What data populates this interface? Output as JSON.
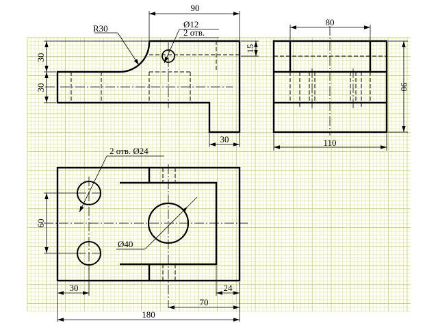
{
  "drawing": {
    "front_view": {
      "dim_width": "90",
      "dim_radius": "R30",
      "dim_hole": "Ø12",
      "dim_hole_count": "2 отв.",
      "dim_upper_height": "30",
      "dim_lower_height": "30",
      "dim_step": "15",
      "dim_foot": "30"
    },
    "side_view": {
      "dim_top": "80",
      "dim_height": "90",
      "dim_width": "110"
    },
    "top_view": {
      "dim_holes": "2 отв. Ø24",
      "dim_hole_spacing": "60",
      "dim_bore": "Ø40",
      "dim_left_offset": "30",
      "dim_right_offset": "24",
      "dim_bore_offset": "70",
      "dim_length": "180"
    }
  },
  "colors": {
    "grid_minor": "#dfe88a",
    "grid_major": "#c9d46a",
    "lines": "#000000"
  }
}
